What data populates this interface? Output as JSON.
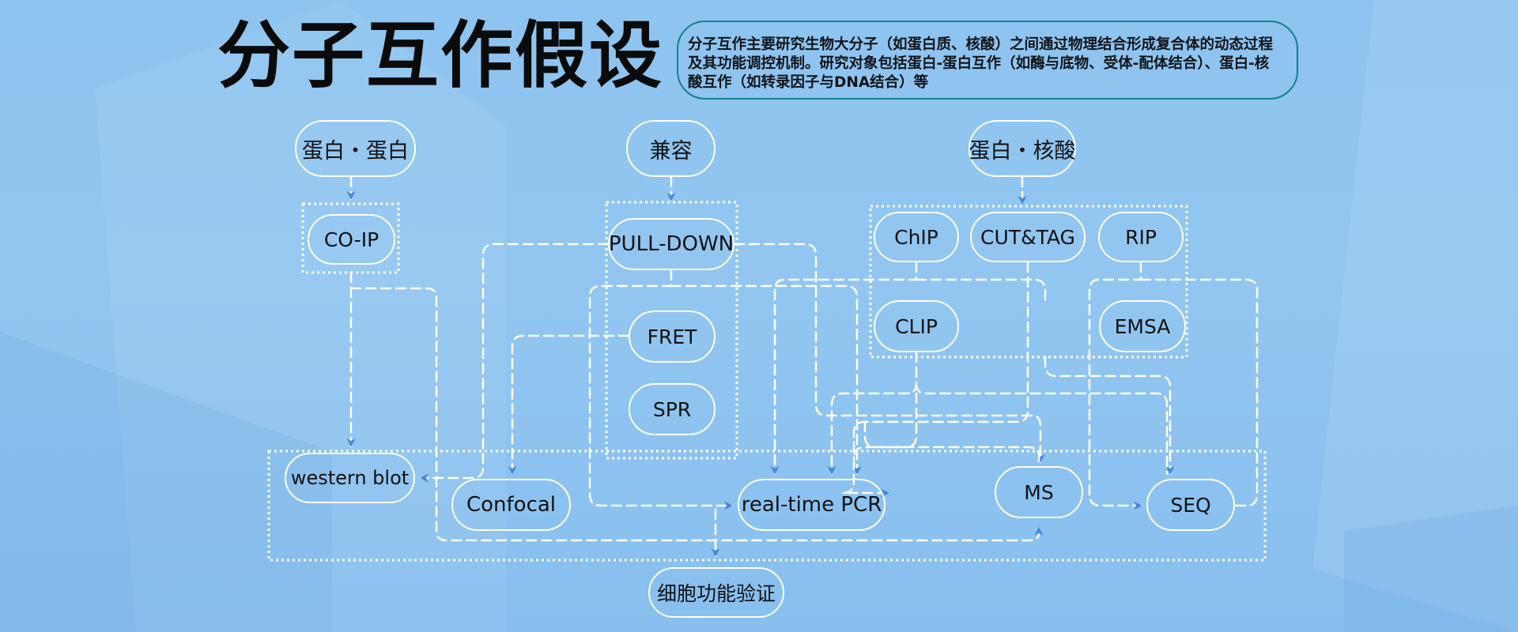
{
  "title": "分子互作假设",
  "intro": "分子互作主要研究生物大分子（如蛋白质、核酸）之间通过物理结合形成复合体的动态过程及其功能调控机制。研究对象包括蛋白-蛋白互作（如酶与底物、受体-配体结合）、蛋白-核酸互作（如转录因子与DNA结合）等",
  "colors": {
    "line": "#ffffff",
    "arrow": "#4a87d6",
    "intro_border": "#15808e",
    "title": "#0b0b0b"
  },
  "nodes": {
    "protein_protein": "蛋白・蛋白",
    "compatible": "兼容",
    "protein_nucleic": "蛋白・核酸",
    "coip": "CO-IP",
    "pulldown": "PULL-DOWN",
    "fret": "FRET",
    "spr": "SPR",
    "chip": "ChIP",
    "cuttag": "CUT&TAG",
    "rip": "RIP",
    "clip": "CLIP",
    "emsa": "EMSA",
    "western": "western blot",
    "confocal": "Confocal",
    "qpcr": "real-time PCR",
    "ms": "MS",
    "seq": "SEQ",
    "cell_function": "细胞功能验证"
  }
}
